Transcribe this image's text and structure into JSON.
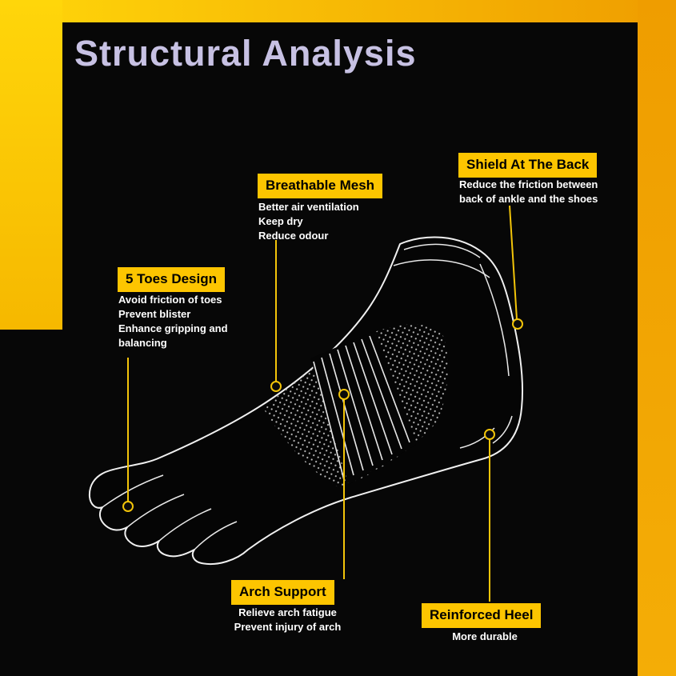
{
  "meta": {
    "title_text": "Structural Analysis"
  },
  "colors": {
    "background": "#070707",
    "frame_yellow_light": "#ffd60a",
    "frame_yellow_dark": "#ef9d00",
    "label_yellow": "#fdc500",
    "title_lavender": "#c7c1e3",
    "leader_line_yellow": "#f2c409",
    "sock_line_white": "#f0f0f0"
  },
  "callouts": [
    {
      "id": "breathable-mesh",
      "label": "Breathable Mesh",
      "lines": [
        "Better air ventilation",
        "Keep dry",
        "Reduce odour"
      ]
    },
    {
      "id": "shield-at-the-back",
      "label": "Shield At The Back",
      "lines": [
        "Reduce the friction between",
        "back of ankle and the shoes"
      ]
    },
    {
      "id": "five-toes-design",
      "label": "5 Toes Design",
      "lines": [
        "Avoid friction of toes",
        "Prevent blister",
        "Enhance gripping and balancing"
      ]
    },
    {
      "id": "arch-support",
      "label": "Arch Support",
      "lines": [
        "Relieve arch fatigue",
        "Prevent injury of arch"
      ]
    },
    {
      "id": "reinforced-heel",
      "label": "Reinforced Heel",
      "lines": [
        "More durable"
      ]
    }
  ]
}
